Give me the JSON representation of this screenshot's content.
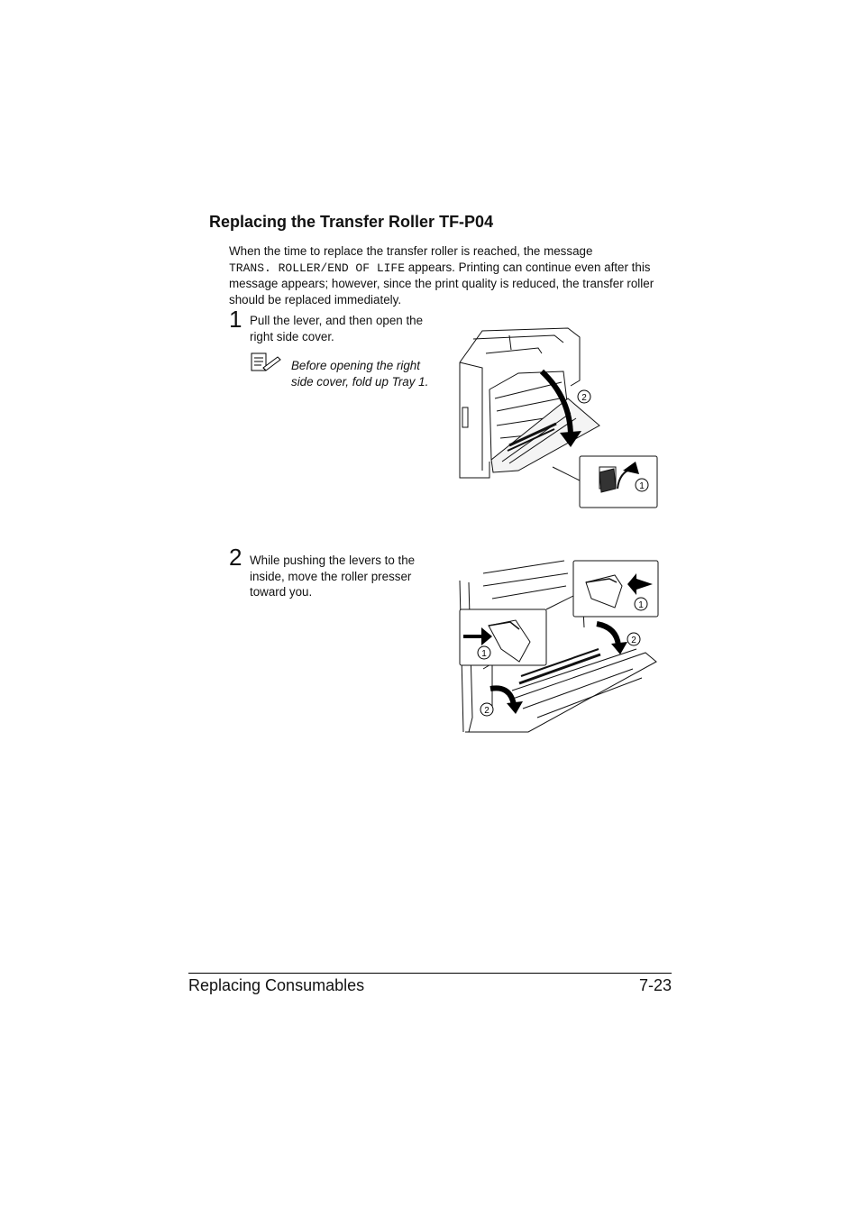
{
  "section": {
    "title": "Replacing the Transfer Roller TF-P04",
    "intro_before": "When the time to replace the transfer roller is reached, the message",
    "intro_message": "TRANS. ROLLER/END OF LIFE",
    "intro_after": "appears. Printing can continue even after this message appears; however, since the print quality is reduced, the transfer roller should be replaced immediately."
  },
  "steps": [
    {
      "number": "1",
      "text": "Pull the lever, and then open the right side cover.",
      "note": "Before opening the right side cover, fold up Tray 1.",
      "illustration_callouts": [
        "①",
        "②"
      ]
    },
    {
      "number": "2",
      "text": "While pushing the levers to the inside, move the roller presser toward you.",
      "illustration_callouts": [
        "①",
        "①",
        "②",
        "②"
      ]
    }
  ],
  "footer": {
    "chapter": "Replacing Consumables",
    "page": "7-23"
  }
}
